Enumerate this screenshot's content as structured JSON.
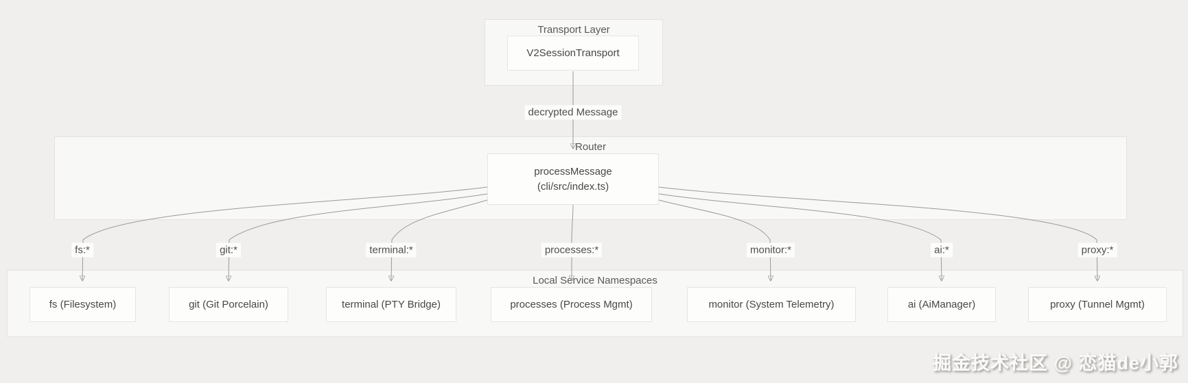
{
  "diagram": {
    "transport": {
      "title": "Transport Layer",
      "node_label": "V2SessionTransport"
    },
    "transport_edge_label": "decrypted Message",
    "router": {
      "title": "Router",
      "node_line1": "processMessage",
      "node_line2": "(cli/src/index.ts)"
    },
    "namespaces": {
      "title": "Local Service Namespaces",
      "services": [
        {
          "edge": "fs:*",
          "label": "fs (Filesystem)"
        },
        {
          "edge": "git:*",
          "label": "git (Git Porcelain)"
        },
        {
          "edge": "terminal:*",
          "label": "terminal (PTY Bridge)"
        },
        {
          "edge": "processes:*",
          "label": "processes (Process Mgmt)"
        },
        {
          "edge": "monitor:*",
          "label": "monitor (System Telemetry)"
        },
        {
          "edge": "ai:*",
          "label": "ai (AiManager)"
        },
        {
          "edge": "proxy:*",
          "label": "proxy (Tunnel Mgmt)"
        }
      ]
    },
    "watermark": "掘金技术社区 @ 恋猫de小郭",
    "colors": {
      "page_background": "#f0efed",
      "group_background": "#f8f8f6",
      "node_background": "#fdfdfc",
      "edge_stroke": "#9b9997",
      "text": "#4b4b4b"
    }
  }
}
